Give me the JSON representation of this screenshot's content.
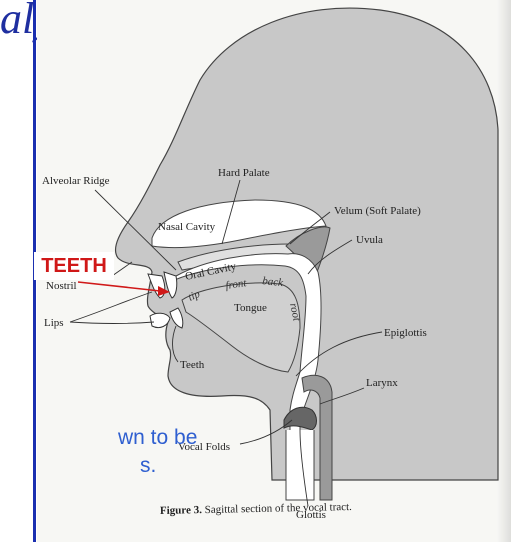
{
  "slide": {
    "title_fragment": "al)",
    "body_line_1": "wn to be",
    "body_line_2": "s."
  },
  "diagram": {
    "labels": {
      "alveolar_ridge": "Alveolar Ridge",
      "hard_palate": "Hard Palate",
      "nasal_cavity": "Nasal Cavity",
      "velum": "Velum (Soft Palate)",
      "uvula": "Uvula",
      "nostril": "Nostril",
      "oral_cavity": "Oral Cavity",
      "tip": "tip",
      "front": "front",
      "back": "back",
      "tongue": "Tongue",
      "root": "root",
      "lips": "Lips",
      "teeth": "Teeth",
      "epiglottis": "Epiglottis",
      "larynx": "Larynx",
      "vocal_folds": "Vocal Folds",
      "glottis": "Glottis"
    },
    "caption_number": "Figure 3.",
    "caption_text": "Sagittal section of the vocal tract."
  },
  "callout": {
    "text": "TEETH",
    "color": "#d01818"
  },
  "colors": {
    "head_fill": "#c8c8c8",
    "cavity_fill": "#ffffff",
    "accent_blue": "#1a2fb0"
  }
}
